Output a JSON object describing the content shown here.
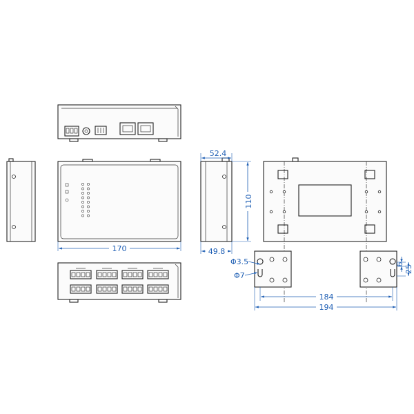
{
  "colors": {
    "line": "#222222",
    "dimension": "#1f5fb4"
  },
  "dimensions": {
    "front_width": "170",
    "side_depth_top": "52.4",
    "side_depth_bottom": "49.8",
    "side_height": "110",
    "hole_small": "Φ3.5",
    "hole_large": "Φ7",
    "slot_gap": "6",
    "slot_height": "25",
    "mount_pitch": "184",
    "bracket_width": "194"
  }
}
